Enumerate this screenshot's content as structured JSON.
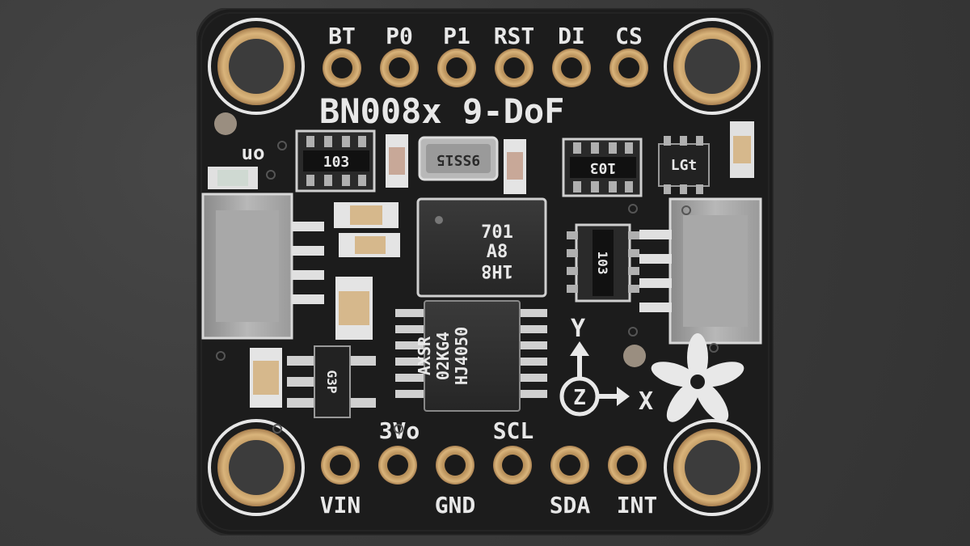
{
  "board": {
    "title": "BN008x 9-DoF",
    "on_label": "on",
    "axis_y": "Y",
    "axis_x": "X",
    "axis_z": "Z"
  },
  "top_pins": [
    "BT",
    "P0",
    "P1",
    "RST",
    "DI",
    "CS"
  ],
  "bottom_pins_lower": [
    "VIN",
    "GND",
    "SDA",
    "INT"
  ],
  "bottom_pins_upper": [
    "3Vo",
    "SCL"
  ],
  "components": {
    "resistor_array_left": "103",
    "crystal": "9SS15",
    "resistor_array_right": "103",
    "small_ic_right": "LGt",
    "sensor_chip_lines": [
      "701",
      "A8",
      "1H8"
    ],
    "resistor_array_center": "103",
    "level_shifter_lines": [
      "HJ4050",
      "02KG4",
      "AXSR"
    ],
    "regulator": "G3P"
  },
  "colors": {
    "pcb": "#1c1c1c",
    "silkscreen": "#e8e8e8",
    "gold": "#c9a46c",
    "background": "#3a3a3a"
  }
}
